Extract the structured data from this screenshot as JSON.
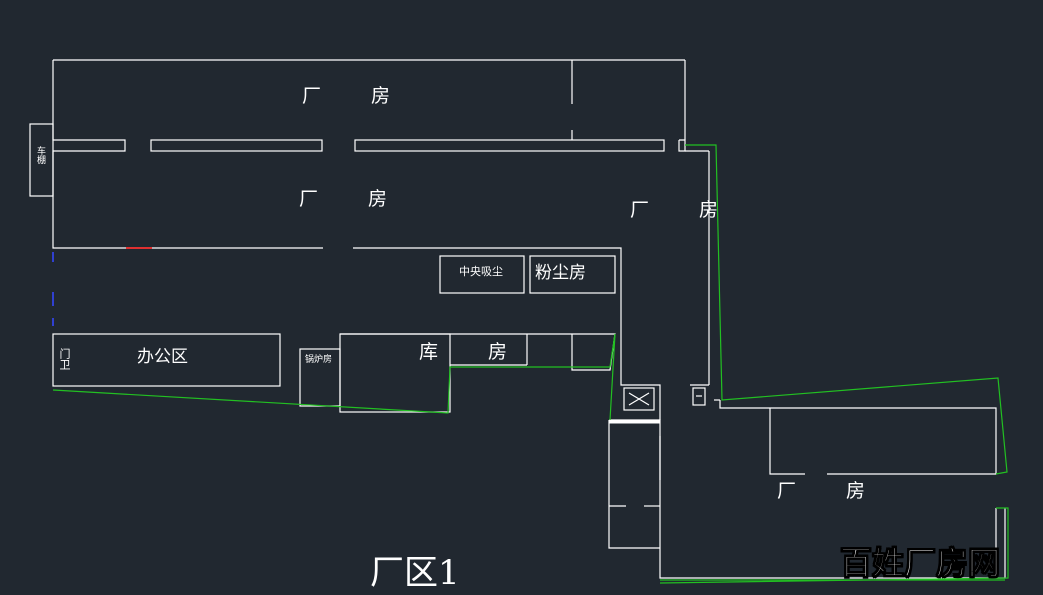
{
  "drawing": {
    "title": "厂区1",
    "rooms": {
      "workshop_top": "厂 房",
      "workshop_middle": "厂 房",
      "workshop_right": "厂 房",
      "workshop_bottom_right": "厂 房",
      "central_vacuum": "中央吸尘",
      "dust_room": "粉尘房",
      "office": "办公区",
      "warehouse": "库 房",
      "boiler_room": "锅炉房",
      "gate": "门卫",
      "side_room": "车棚"
    }
  },
  "watermark": "百姓厂房网",
  "colors": {
    "background": "#212830",
    "walls": "#ffffff",
    "boundary": "#22c022",
    "marker_red": "#e03030",
    "marker_blue": "#3040d0"
  }
}
